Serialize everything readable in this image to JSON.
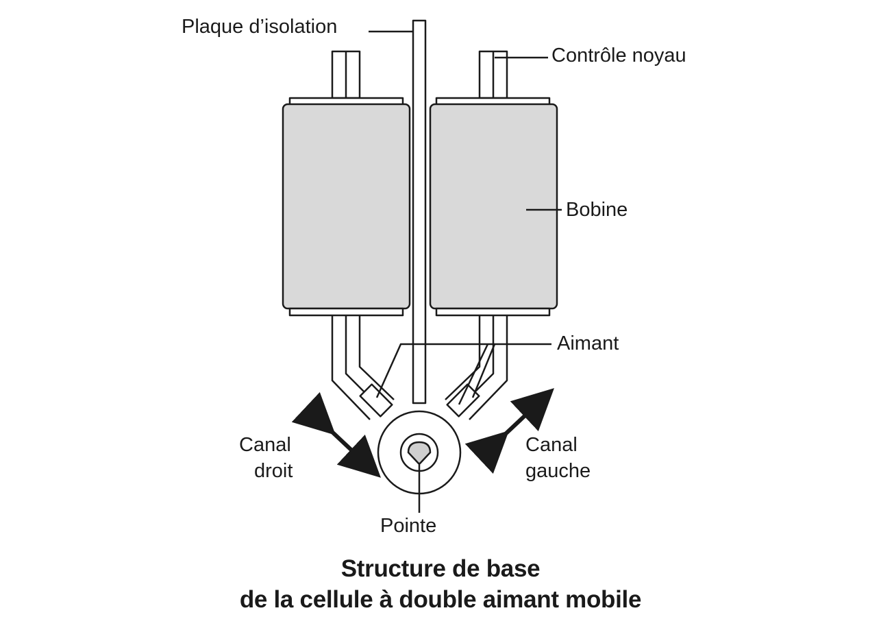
{
  "labels": {
    "insulation_plate": "Plaque d’isolation",
    "core_control": "Contrôle noyau",
    "coil": "Bobine",
    "magnet": "Aimant",
    "right_channel_line1": "Canal",
    "right_channel_line2": "droit",
    "left_channel_line1": "Canal",
    "left_channel_line2": "gauche",
    "stylus_tip": "Pointe"
  },
  "caption": {
    "line1": "Structure de base",
    "line2": "de la cellule à double aimant mobile"
  },
  "colors": {
    "ink": "#1a1a1a",
    "coil_fill": "#d9d9d9",
    "tip_fill": "#cfcfcf",
    "background": "#ffffff"
  }
}
